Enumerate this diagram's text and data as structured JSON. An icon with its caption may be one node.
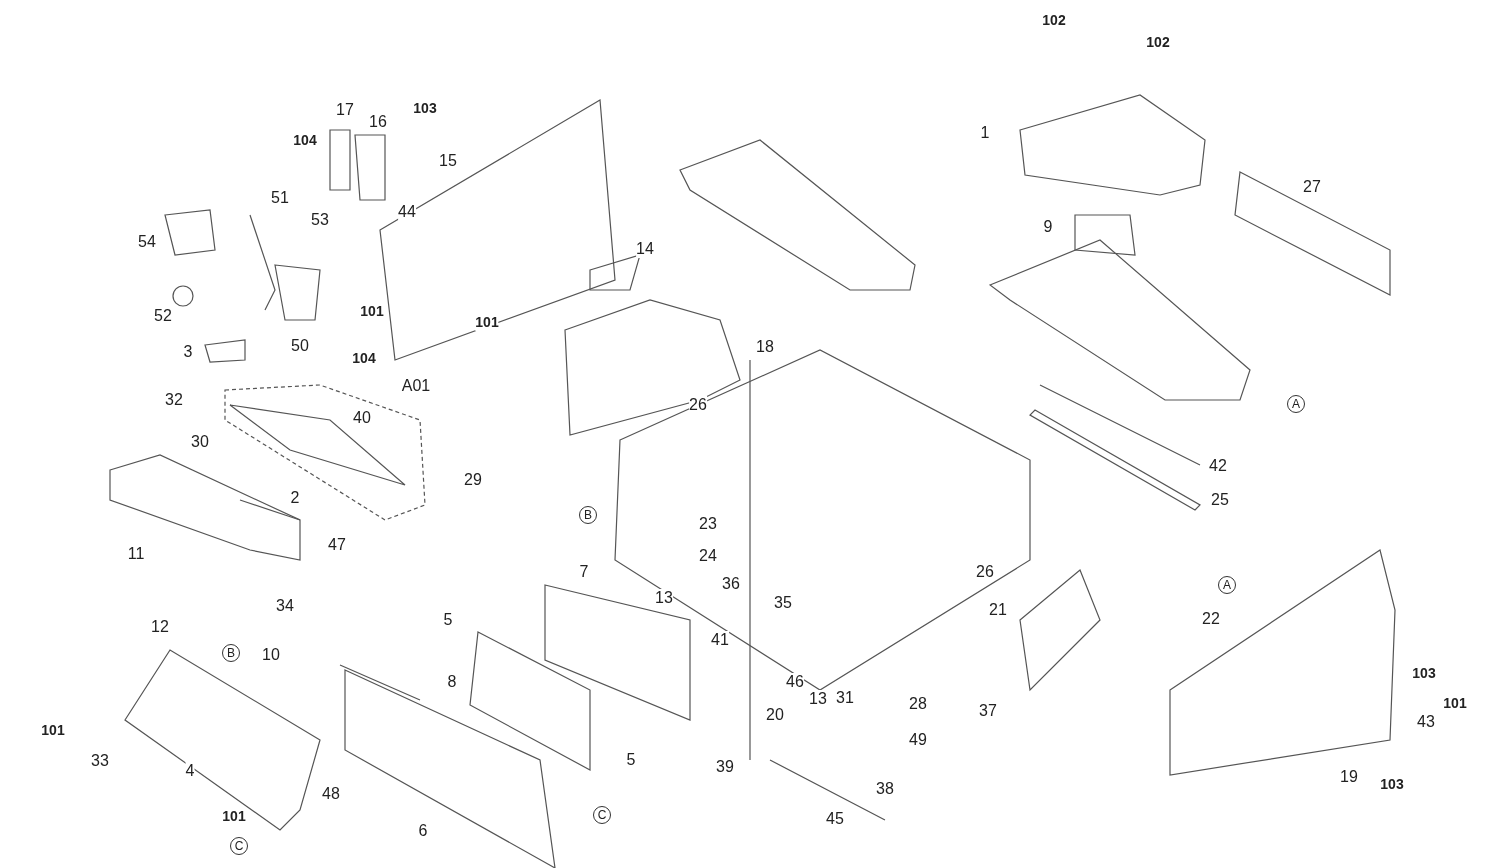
{
  "diagram": {
    "labels": [
      "102",
      "102",
      "103",
      "17",
      "16",
      "104",
      "1",
      "15",
      "27",
      "51",
      "44",
      "53",
      "9",
      "54",
      "14",
      "101",
      "101",
      "52",
      "50",
      "18",
      "3",
      "104",
      "A01",
      "32",
      "A",
      "26",
      "40",
      "30",
      "42",
      "29",
      "2",
      "25",
      "B",
      "23",
      "47",
      "11",
      "24",
      "36",
      "26",
      "21",
      "A",
      "7",
      "13",
      "35",
      "34",
      "22",
      "5",
      "41",
      "12",
      "10",
      "B",
      "46",
      "8",
      "13",
      "31",
      "28",
      "37",
      "103",
      "101",
      "20",
      "43",
      "101",
      "49",
      "5",
      "33",
      "4",
      "39",
      "19",
      "103",
      "38",
      "48",
      "C",
      "101",
      "45",
      "6",
      "C"
    ]
  }
}
